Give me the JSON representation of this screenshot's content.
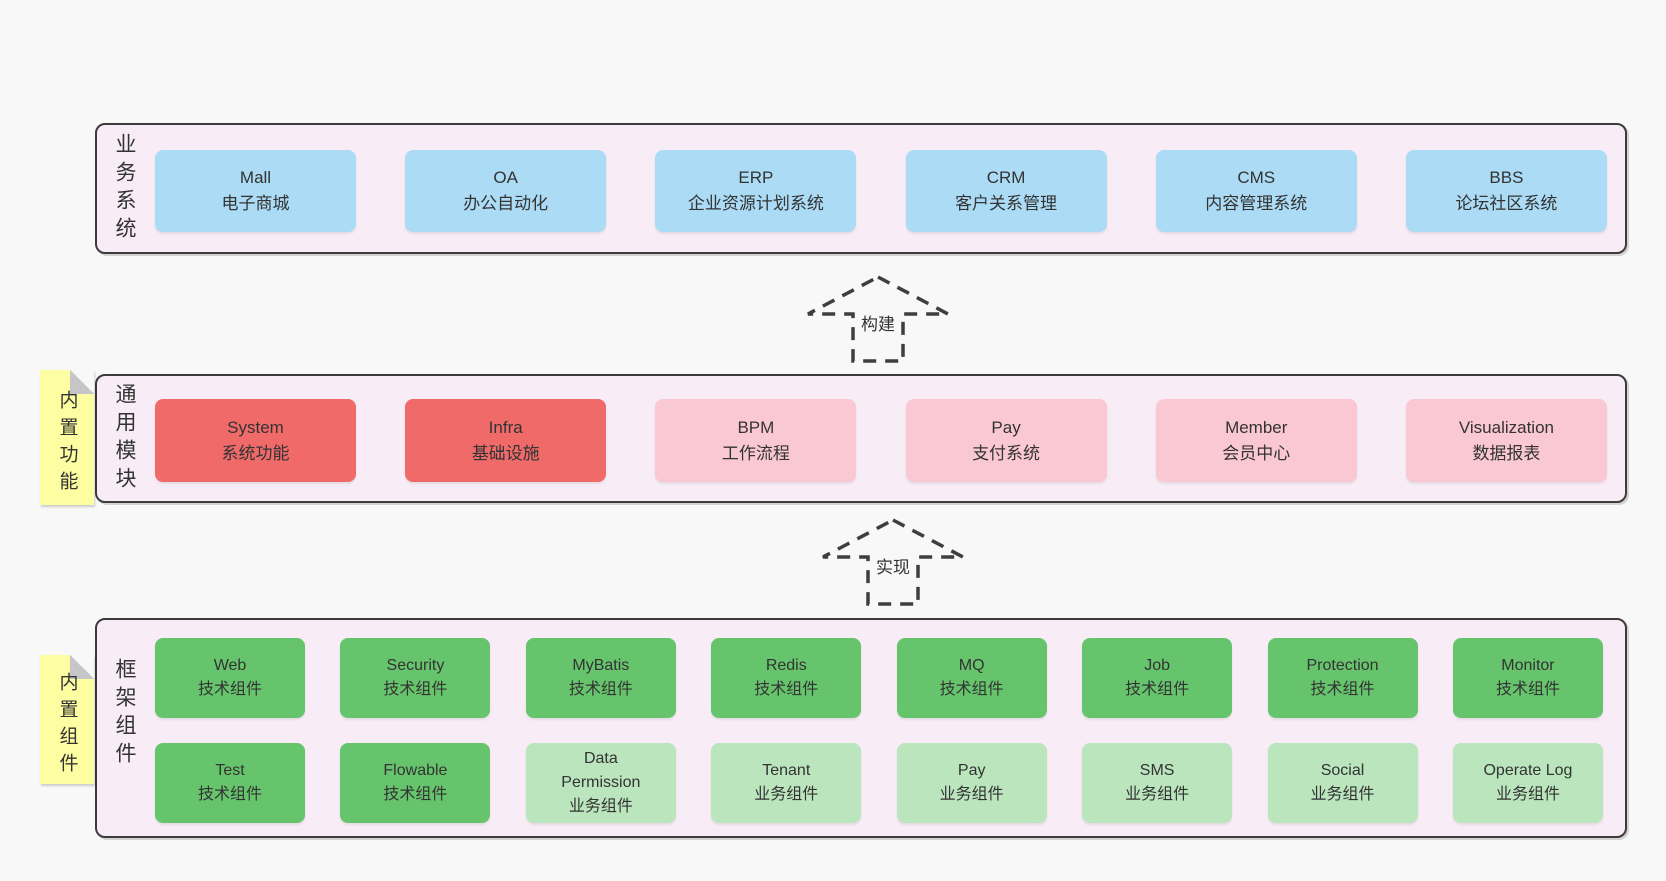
{
  "colors": {
    "page_bg": "#f8f8f8",
    "band_bg": "#f8edf6",
    "band_border": "#3c3c3c",
    "box_blue": "#abdbf5",
    "box_red": "#f06a6a",
    "box_pink": "#fac8d3",
    "box_green": "#66c56c",
    "box_green_light": "#bae5bd",
    "note_yellow": "#fdfda1",
    "note_fold": "#c6c6c9",
    "text": "#333333"
  },
  "arrows": [
    {
      "label": "构建"
    },
    {
      "label": "实现"
    }
  ],
  "bands": [
    {
      "label": "业务系统",
      "boxes": [
        {
          "name": "Mall",
          "desc": "电子商城"
        },
        {
          "name": "OA",
          "desc": "办公自动化"
        },
        {
          "name": "ERP",
          "desc": "企业资源计划系统"
        },
        {
          "name": "CRM",
          "desc": "客户关系管理"
        },
        {
          "name": "CMS",
          "desc": "内容管理系统"
        },
        {
          "name": "BBS",
          "desc": "论坛社区系统"
        }
      ]
    },
    {
      "label": "通用模块",
      "note": "内置功能",
      "boxes": [
        {
          "name": "System",
          "desc": "系统功能"
        },
        {
          "name": "Infra",
          "desc": "基础设施"
        },
        {
          "name": "BPM",
          "desc": "工作流程"
        },
        {
          "name": "Pay",
          "desc": "支付系统"
        },
        {
          "name": "Member",
          "desc": "会员中心"
        },
        {
          "name": "Visualization",
          "desc": "数据报表"
        }
      ]
    },
    {
      "label": "框架组件",
      "note": "内置组件",
      "rows": [
        [
          {
            "name": "Web",
            "desc": "技术组件"
          },
          {
            "name": "Security",
            "desc": "技术组件"
          },
          {
            "name": "MyBatis",
            "desc": "技术组件"
          },
          {
            "name": "Redis",
            "desc": "技术组件"
          },
          {
            "name": "MQ",
            "desc": "技术组件"
          },
          {
            "name": "Job",
            "desc": "技术组件"
          },
          {
            "name": "Protection",
            "desc": "技术组件"
          },
          {
            "name": "Monitor",
            "desc": "技术组件"
          }
        ],
        [
          {
            "name": "Test",
            "desc": "技术组件"
          },
          {
            "name": "Flowable",
            "desc": "技术组件"
          },
          {
            "name": "Data Permission",
            "desc": "业务组件"
          },
          {
            "name": "Tenant",
            "desc": "业务组件"
          },
          {
            "name": "Pay",
            "desc": "业务组件"
          },
          {
            "name": "SMS",
            "desc": "业务组件"
          },
          {
            "name": "Social",
            "desc": "业务组件"
          },
          {
            "name": "Operate Log",
            "desc": "业务组件"
          }
        ]
      ]
    }
  ]
}
